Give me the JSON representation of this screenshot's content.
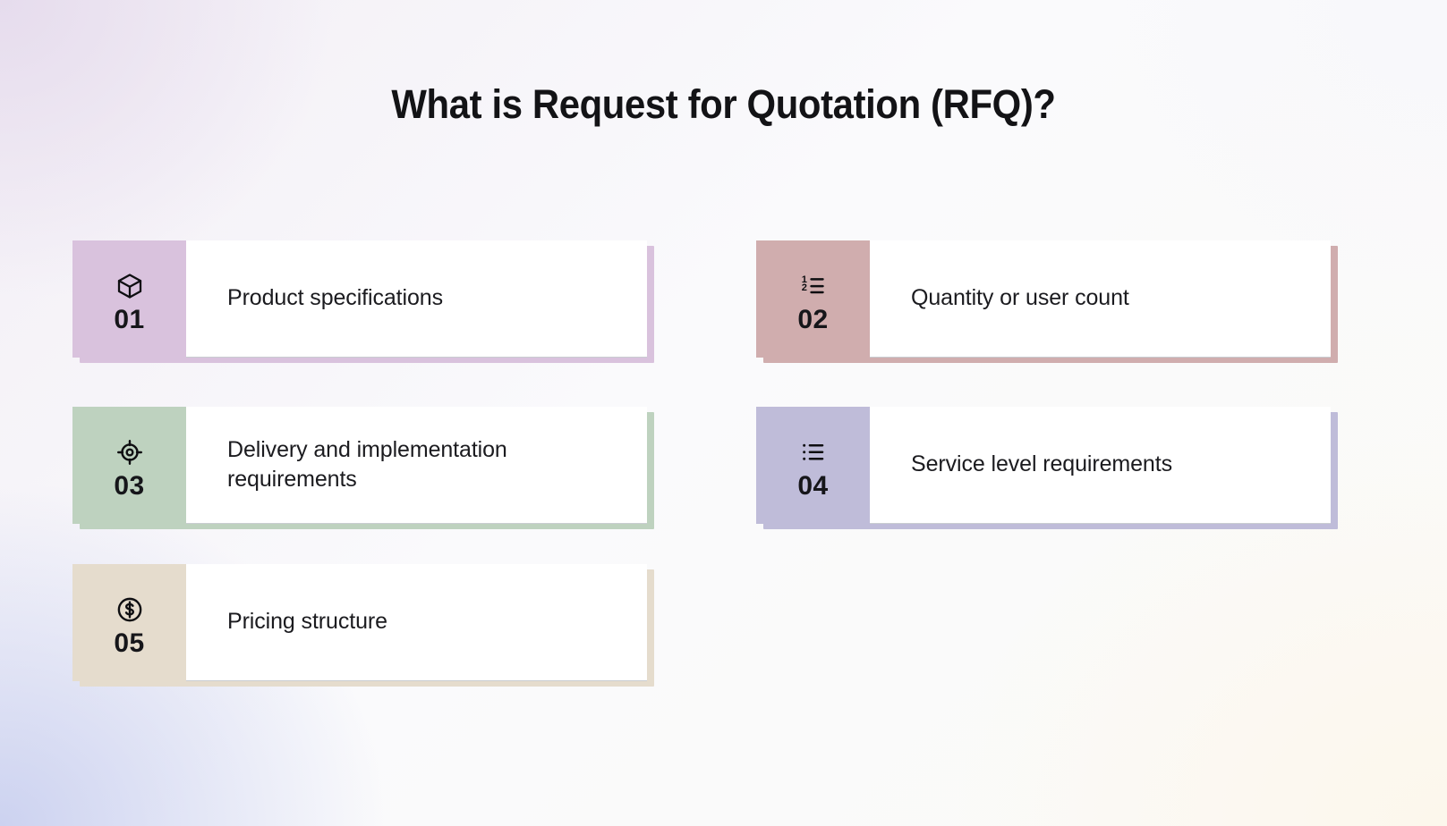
{
  "page": {
    "title": "What is Request for Quotation (RFQ)?",
    "background_colors": {
      "top_left": "#e6dced",
      "bottom_left": "#ccd2f0",
      "bottom_right": "#fcf7ec",
      "base": "#f8f8fb"
    },
    "title_color": "#131316",
    "card_surface_color": "#ffffff",
    "card_border_color": "#c9cdd1"
  },
  "cards": [
    {
      "number": "01",
      "label": "Product specifications",
      "icon": "box-3d-icon",
      "accent_color": "#d9c2dd"
    },
    {
      "number": "02",
      "label": "Quantity or user count",
      "icon": "ordered-list-icon",
      "accent_color": "#d0adae"
    },
    {
      "number": "03",
      "label": "Delivery and implementation requirements",
      "icon": "crosshair-target-icon",
      "accent_color": "#bed2bf"
    },
    {
      "number": "04",
      "label": "Service level requirements",
      "icon": "bulleted-list-icon",
      "accent_color": "#bfbcd9"
    },
    {
      "number": "05",
      "label": "Pricing structure",
      "icon": "dollar-circle-icon",
      "accent_color": "#e5dccd"
    }
  ]
}
